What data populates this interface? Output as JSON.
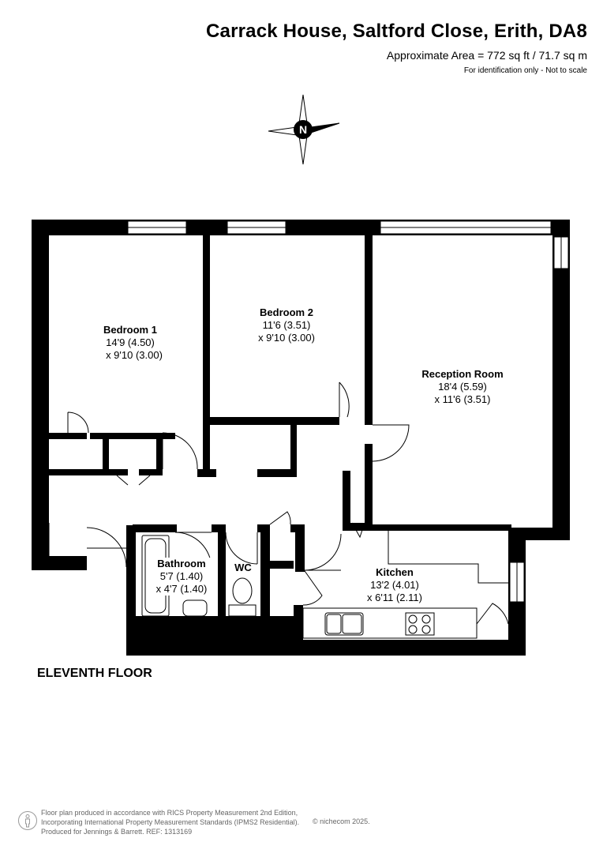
{
  "header": {
    "title": "Carrack House, Saltford Close, Erith, DA8",
    "area": "Approximate Area = 772 sq ft / 71.7 sq m",
    "note": "For identification only - Not to scale"
  },
  "compass": {
    "letter": "N",
    "icon": "compass-icon"
  },
  "rooms": [
    {
      "name": "Bedroom 1",
      "dim1": "14'9 (4.50)",
      "dim2": "x 9'10 (3.00)"
    },
    {
      "name": "Bedroom 2",
      "dim1": "11'6 (3.51)",
      "dim2": "x 9'10 (3.00)"
    },
    {
      "name": "Reception Room",
      "dim1": "18'4 (5.59)",
      "dim2": "x 11'6 (3.51)"
    },
    {
      "name": "Bathroom",
      "dim1": "5'7 (1.40)",
      "dim2": "x 4'7 (1.40)"
    },
    {
      "name": "WC"
    },
    {
      "name": "Kitchen",
      "dim1": "13'2 (4.01)",
      "dim2": "x 6'11 (2.11)"
    }
  ],
  "floor_label": "ELEVENTH FLOOR",
  "footer": {
    "line1": "Floor plan produced in accordance with RICS Property Measurement 2nd Edition,",
    "line2": "Incorporating International Property Measurement Standards (IPMS2 Residential).",
    "line3": "Produced for Jennings & Barrett.   REF:  1313169",
    "copyright": "© nichecom 2025.",
    "icon": "info-person-icon"
  },
  "colors": {
    "wall": "#000000",
    "background": "#ffffff",
    "footer_text": "#666666"
  }
}
